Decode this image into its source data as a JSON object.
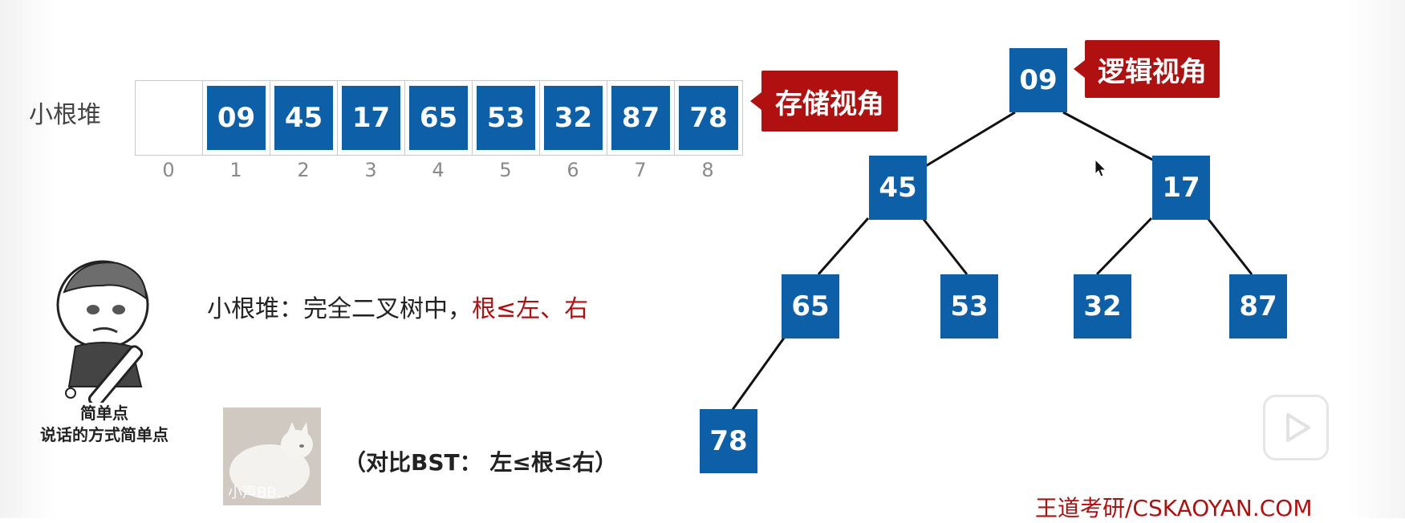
{
  "heap_label": "小根堆",
  "array_values": [
    "",
    "09",
    "45",
    "17",
    "65",
    "53",
    "32",
    "87",
    "78"
  ],
  "array_indices": [
    "0",
    "1",
    "2",
    "3",
    "4",
    "5",
    "6",
    "7",
    "8"
  ],
  "callouts": {
    "storage": "存储视角",
    "logic": "逻辑视角"
  },
  "tree_nodes": {
    "n1": "09",
    "n2": "45",
    "n3": "17",
    "n4": "65",
    "n5": "53",
    "n6": "32",
    "n7": "87",
    "n8": "78"
  },
  "definition": {
    "prefix": "小根堆：完全二叉树中，",
    "highlight": "根≤左、右"
  },
  "bst_note": "（对比BST：  左≤根≤右）",
  "meme_caption": {
    "line1": "简单点",
    "line2": "说话的方式简单点"
  },
  "cat_tag": "小声BB...",
  "brand": "王道考研/CSKAOYAN.COM",
  "colors": {
    "node_blue": "#0d5fa8",
    "callout_red": "#b01010"
  }
}
